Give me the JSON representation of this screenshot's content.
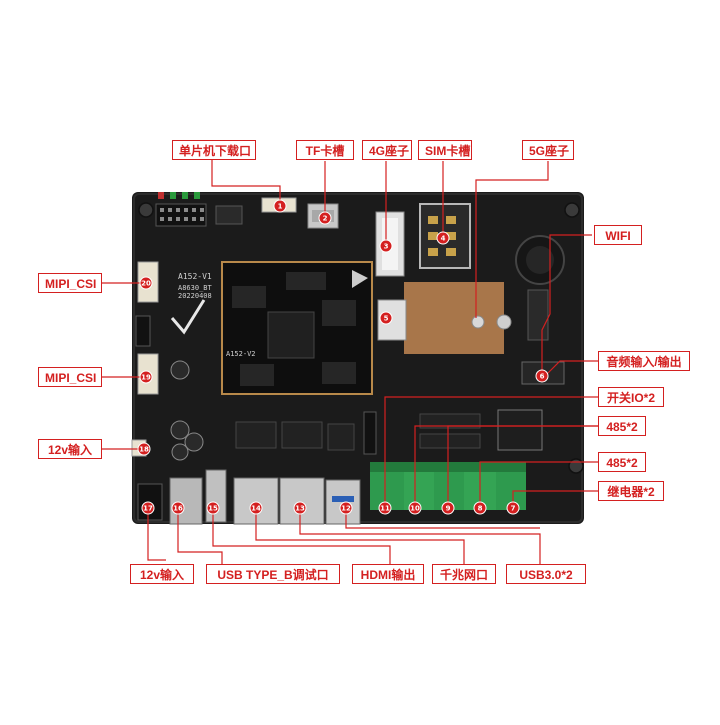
{
  "labels": {
    "mcu_download": "单片机下载口",
    "tf_slot": "TF卡槽",
    "socket_4g": "4G座子",
    "sim_slot": "SIM卡槽",
    "socket_5g": "5G座子",
    "wifi": "WIFI",
    "mipi_csi_top": "MIPI_CSI",
    "mipi_csi_bottom": "MIPI_CSI",
    "audio_io": "音频输入/输出",
    "switch_io": "开关IO*2",
    "rs485_a": "485*2",
    "rs485_b": "485*2",
    "relay": "继电器*2",
    "power_12v_a": "12v输入",
    "power_12v_b": "12v输入",
    "usb_type_b": "USB TYPE_B调试口",
    "hdmi_out": "HDMI输出",
    "gigabit_eth": "千兆网口",
    "usb3": "USB3.0*2"
  },
  "board": {
    "model": "A152-V1",
    "sub_model": "A8630_BT",
    "date_code": "20220408",
    "som_text": "A152-V2"
  },
  "markers": [
    "1",
    "2",
    "3",
    "4",
    "5",
    "6",
    "7",
    "8",
    "9",
    "10",
    "11",
    "12",
    "13",
    "14",
    "15",
    "16",
    "17",
    "18",
    "19",
    "20"
  ],
  "colors": {
    "accent": "#d42020",
    "pcb": "#1b1b1b",
    "terminal": "#2e9a4e",
    "gold": "#b8894a"
  }
}
